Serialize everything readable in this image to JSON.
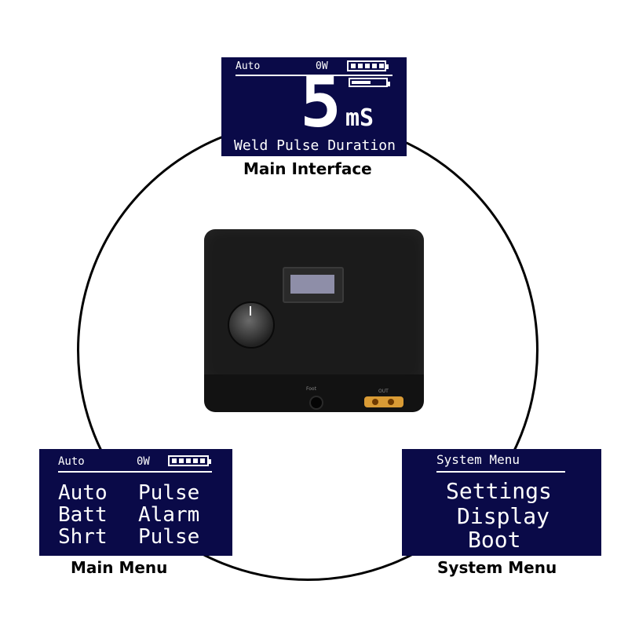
{
  "main_interface": {
    "mode": "Auto",
    "power": "0W",
    "value": "5",
    "unit": "mS",
    "label": "Weld Pulse Duration",
    "caption": "Main Interface"
  },
  "main_menu": {
    "mode": "Auto",
    "power": "0W",
    "items": [
      "Auto",
      "Pulse",
      "Batt",
      "Alarm",
      "Shrt",
      "Pulse"
    ],
    "caption": "Main Menu"
  },
  "system_menu": {
    "title": "System Menu",
    "items": [
      "Settings",
      "Display",
      "Boot"
    ],
    "caption": "System Menu"
  },
  "device": {
    "port_left_label": "Foot",
    "port_right_label": "OUT"
  },
  "colors": {
    "lcd_bg": "#0a0a48",
    "lcd_fg": "#ffffff",
    "xt_connector": "#d99b35"
  }
}
